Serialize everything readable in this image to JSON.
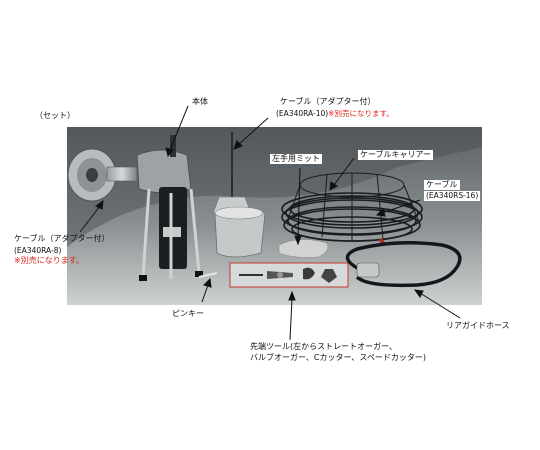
{
  "set_label": "（セット）",
  "labels": {
    "main_body": "本体",
    "cable_top_title": "ケーブル（アダプター付）",
    "cable_top_code": "(EA340RA-10)",
    "cable_top_note": "※別売になります。",
    "left_mitt": "左手用ミット",
    "cable_carrier": "ケーブルキャリアー",
    "cable_right_title": "ケーブル",
    "cable_right_code": "(EA340RS-16)",
    "cable_left_title": "ケーブル（アダプター付）",
    "cable_left_code": "(EA340RA-8)",
    "cable_left_note": "※別売になります。",
    "pinky": "ピンキー",
    "rear_guide_hose": "リアガイドホース",
    "tip_tool_line1": "先端ツール(左からストレートオーガー、",
    "tip_tool_line2": "バルブオーガー、Cカッター、スペードカッター)"
  },
  "colors": {
    "background": "#ffffff",
    "photo_backdrop": "#6f7678",
    "note_red": "#e0201a",
    "tool_box_border": "#c0392b"
  }
}
